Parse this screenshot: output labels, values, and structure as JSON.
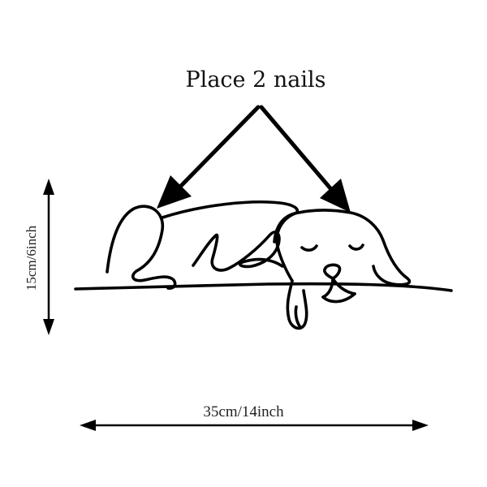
{
  "title": "Place 2 nails",
  "dimensions": {
    "width_label": "35cm/14inch",
    "height_label": "15cm/6inch"
  },
  "illustration": {
    "subject": "sleeping dog line art",
    "line_color": "#000000"
  },
  "arrows": {
    "color": "#000000"
  }
}
